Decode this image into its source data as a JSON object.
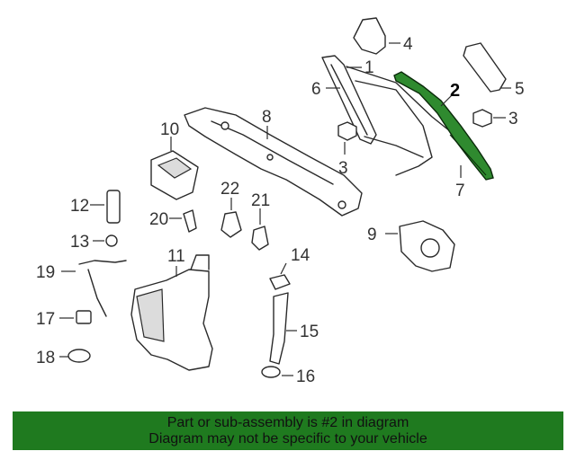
{
  "diagram": {
    "callouts": {
      "c1": "1",
      "c2": "2",
      "c3a": "3",
      "c3b": "3",
      "c4": "4",
      "c5": "5",
      "c6": "6",
      "c7": "7",
      "c8": "8",
      "c9": "9",
      "c10": "10",
      "c11": "11",
      "c12": "12",
      "c13": "13",
      "c14": "14",
      "c15": "15",
      "c16": "16",
      "c17": "17",
      "c18": "18",
      "c19": "19",
      "c20": "20",
      "c21": "21",
      "c22": "22"
    },
    "highlight_color": "#1f7a1f",
    "highlighted_part": "2"
  },
  "banner": {
    "line1": "Part or sub-assembly is #2 in diagram",
    "line2": "Diagram may not be specific to your vehicle",
    "background": "#1f7a1f"
  }
}
